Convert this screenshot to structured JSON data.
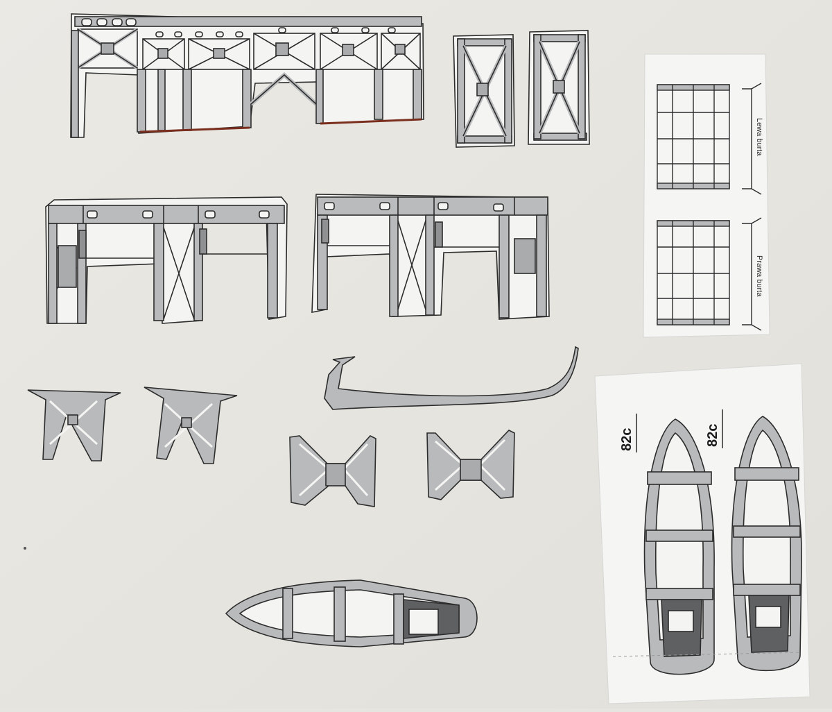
{
  "photo": {
    "background": "#e7e5e0",
    "part_fill": "#b7b9bb",
    "part_outline": "#2c2c2c",
    "cut_edge": "#f4f4f2",
    "dark_panel": "#5f6062",
    "sheet_color": "#f5f5f4",
    "rust_edge": "#7a2e1e"
  },
  "sheets": {
    "rail_sheet": {
      "left_label": "Lewa burta",
      "right_label": "Prawa burta"
    },
    "boat_sheet": {
      "boat_left_code": "82c",
      "boat_right_code": "82c"
    }
  },
  "parts": {
    "frame_groups": 5,
    "single_panels": 2,
    "small_trusses": 4,
    "loose_boats": 1,
    "printed_boats": 2
  }
}
